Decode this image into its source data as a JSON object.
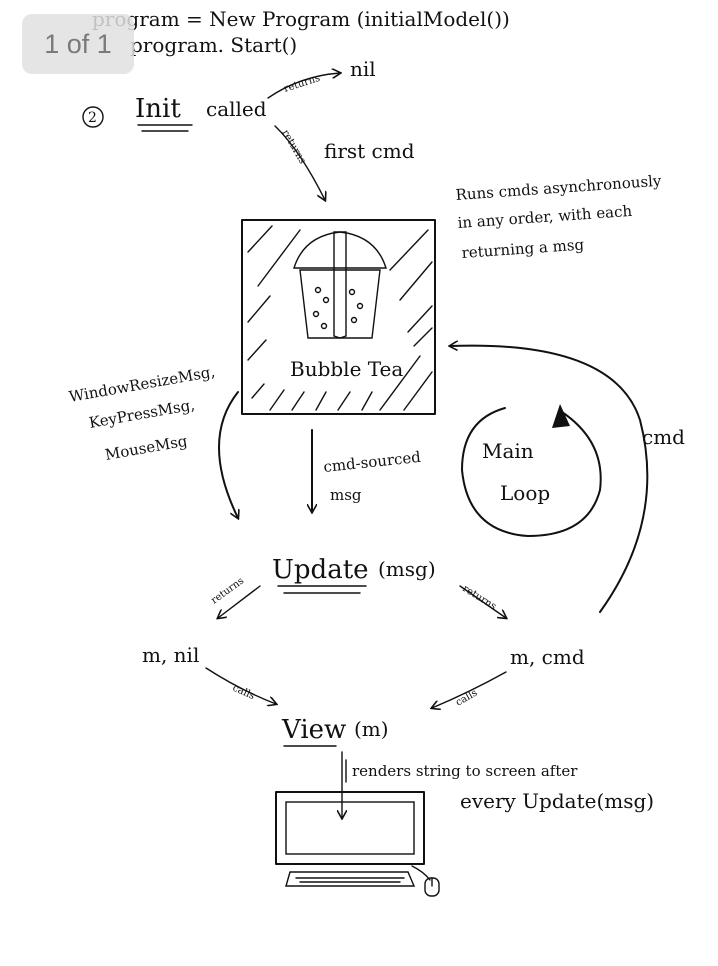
{
  "page_indicator": "1 of 1",
  "header": {
    "line1": "program = New Program (initialModel())",
    "line2": "program. Start()"
  },
  "step_number": "2",
  "init": {
    "title": "Init",
    "called": "called",
    "returns_label": "returns",
    "nil": "nil",
    "returns_label_2": "returns",
    "first_cmd": "first cmd"
  },
  "bubble_tea": {
    "label": "Bubble Tea",
    "note_line1": "Runs cmds asynchronously",
    "note_line2": "in any order, with each",
    "note_line3": "returning a msg"
  },
  "messages": {
    "line1": "WindowResizeMsg,",
    "line2": "KeyPressMsg,",
    "line3": "MouseMsg",
    "cmd_sourced_line1": "cmd-sourced",
    "cmd_sourced_line2": "msg"
  },
  "main_loop": {
    "line1": "Main",
    "line2": "Loop"
  },
  "loop_cmd": "cmd",
  "update": {
    "title": "Update",
    "arg": "(msg)",
    "returns_left": "returns",
    "returns_right": "returns",
    "result_left": "m, nil",
    "result_right": "m, cmd",
    "calls_left": "calls",
    "calls_right": "calls"
  },
  "view": {
    "title": "View",
    "arg": "(m)",
    "note_line1": "renders string to screen after",
    "note_line2": "every Update(msg)"
  }
}
